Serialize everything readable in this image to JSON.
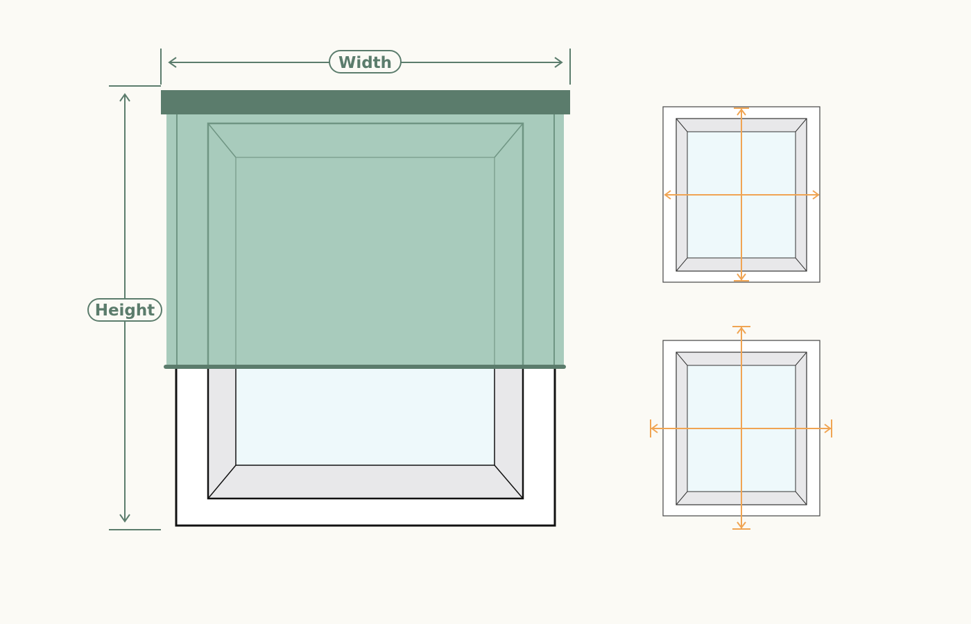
{
  "labels": {
    "width": "Width",
    "height": "Height"
  },
  "colors": {
    "background": "#fbfaf5",
    "dimension_line": "#5b7c6c",
    "headrail": "#5b7c6c",
    "blind_fabric": "#a8cbbc",
    "blind_edge": "#6f9583",
    "glass": "#eef9fb",
    "frame_gray": "#e8e8ea",
    "frame_outline": "#111111",
    "orange_measure": "#f0a452"
  },
  "icons": {
    "main": "roller-blind-over-window",
    "detail_top": "inside-recess-measure-icon",
    "detail_bottom": "outside-recess-measure-icon"
  }
}
